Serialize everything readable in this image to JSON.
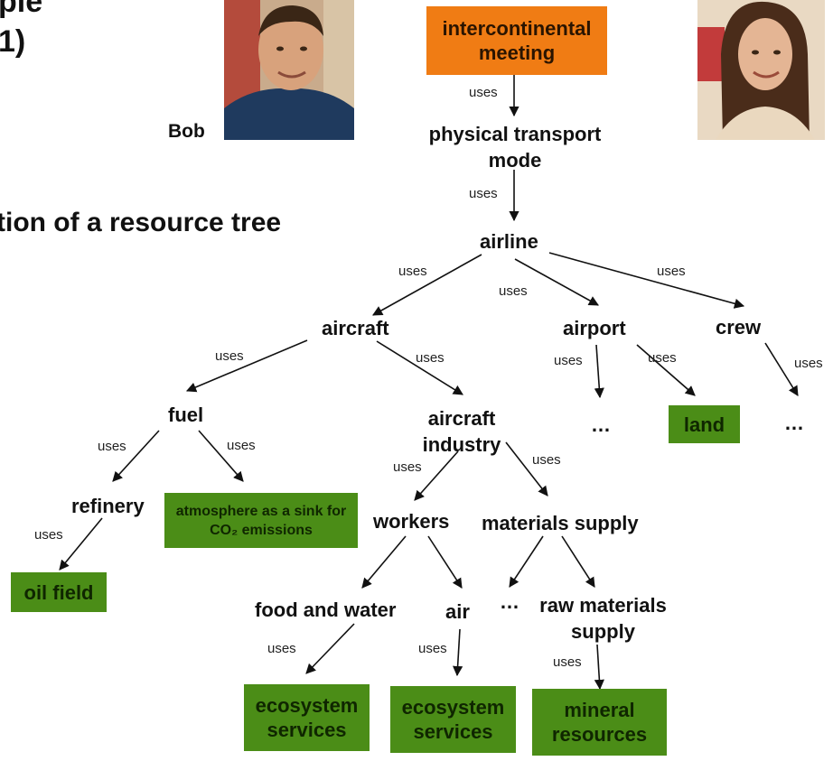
{
  "heading": {
    "line1": "ple",
    "line2": "1)",
    "subtitle": "tion of a resource tree"
  },
  "people": {
    "bob_label": "Bob"
  },
  "nodes": {
    "intercontinental_meeting": "intercontinental meeting",
    "physical_transport_mode": "physical transport mode",
    "airline": "airline",
    "aircraft": "aircraft",
    "airport": "airport",
    "crew": "crew",
    "fuel": "fuel",
    "aircraft_industry": "aircraft industry",
    "land": "land",
    "refinery": "refinery",
    "atmosphere_sink": "atmosphere as a sink for CO₂ emissions",
    "workers": "workers",
    "materials_supply": "materials supply",
    "oil_field": "oil field",
    "food_and_water": "food and water",
    "air": "air",
    "raw_materials_supply": "raw materials supply",
    "ecosystem_services_1": "ecosystem services",
    "ecosystem_services_2": "ecosystem services",
    "mineral_resources": "mineral resources"
  },
  "ellipsis": "…",
  "edge_label": "uses",
  "colors": {
    "orange_box": "#f07c14",
    "green_box": "#4b8d17"
  }
}
